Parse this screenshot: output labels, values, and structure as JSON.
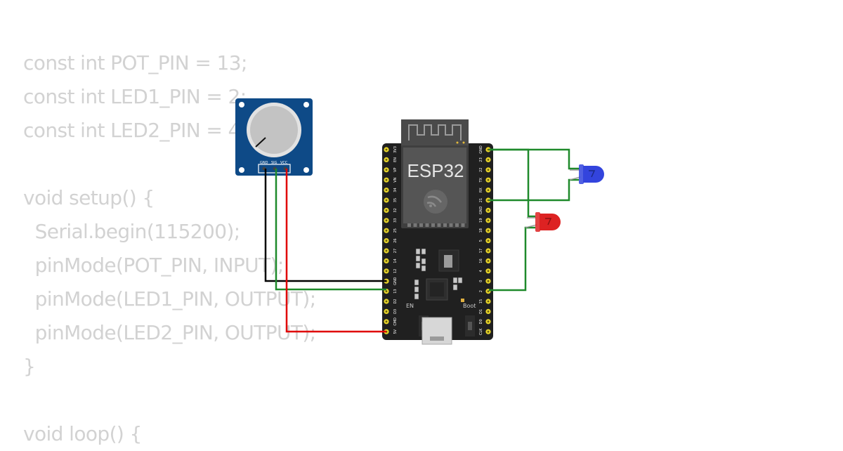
{
  "code": {
    "lines": [
      "const int POT_PIN = 13;",
      "const int LED1_PIN = 2;",
      "const int LED2_PIN = 4;",
      "",
      "void setup() {",
      "  Serial.begin(115200);",
      "  pinMode(POT_PIN, INPUT);",
      "  pinMode(LED1_PIN, OUTPUT);",
      "  pinMode(LED2_PIN, OUTPUT);",
      "}",
      "",
      "void loop() {"
    ]
  },
  "esp32": {
    "title": "ESP32",
    "left_pins": [
      "3V3",
      "EN",
      "VP",
      "VN",
      "34",
      "35",
      "32",
      "33",
      "25",
      "26",
      "27",
      "14",
      "12",
      "GND",
      "13",
      "D2",
      "D3",
      "CMD",
      "5V"
    ],
    "right_pins": [
      "GND",
      "23",
      "22",
      "TX",
      "RX",
      "21",
      "GND",
      "19",
      "18",
      "5",
      "17",
      "16",
      "4",
      "0",
      "2",
      "15",
      "D1",
      "D0",
      "CLK"
    ],
    "en_label": "EN",
    "boot_label": "Boot"
  },
  "potentiometer": {
    "pin_labels": [
      "GND",
      "SIG",
      "VCC"
    ]
  },
  "leds": [
    {
      "color": "blue",
      "hex": "#3344dd"
    },
    {
      "color": "red",
      "hex": "#dd2222"
    }
  ],
  "wire_colors": {
    "gnd": "#000000",
    "signal": "#1f8a2b",
    "power": "#e00000",
    "led": "#1f8a2b"
  }
}
